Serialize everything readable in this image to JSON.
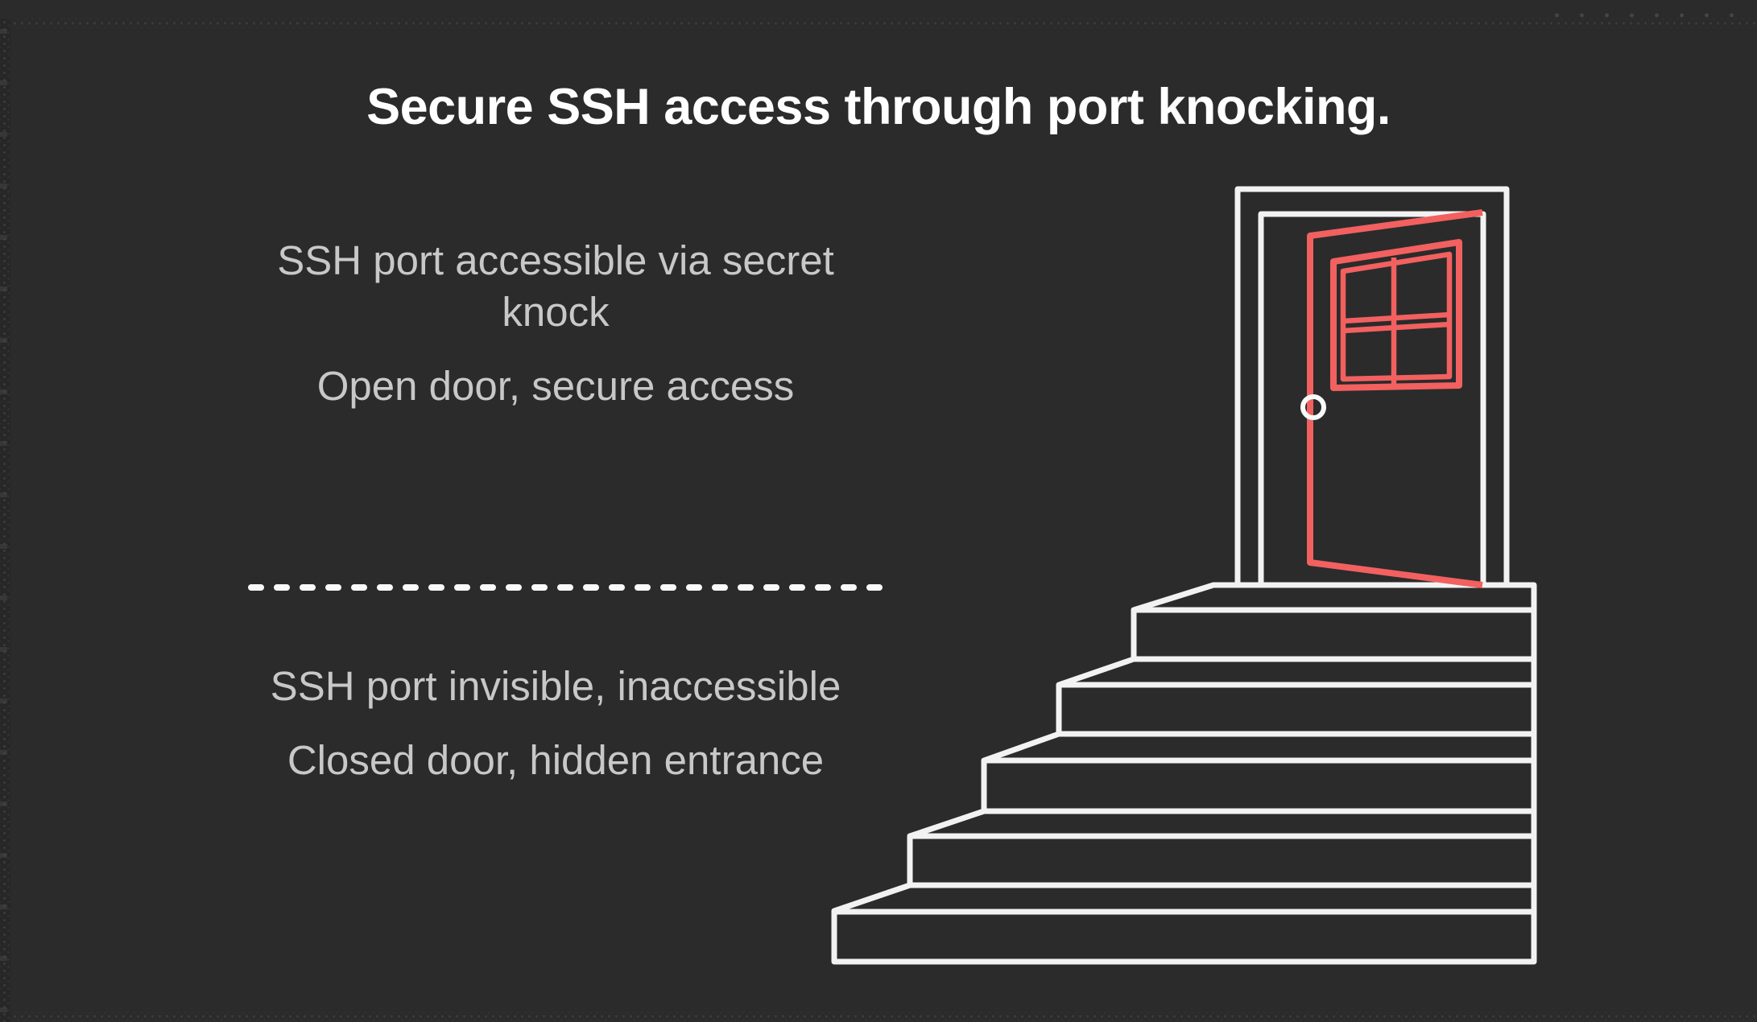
{
  "title": "Secure SSH access through port knocking.",
  "panels": [
    {
      "id": "open-state",
      "lines": [
        "SSH port accessible via secret knock",
        "Open door, secure access"
      ]
    },
    {
      "id": "closed-state",
      "lines": [
        "SSH port invisible, inaccessible",
        "Closed door, hidden entrance"
      ]
    }
  ],
  "divider": {
    "style": "dashed-horizontal"
  },
  "illustration": {
    "name": "open-door-atop-staircase",
    "parts": [
      "staircase",
      "door-frame",
      "open-door",
      "door-window",
      "door-knob"
    ],
    "step_count": 5,
    "door_state": "open"
  },
  "colors": {
    "background": "#2b2b2b",
    "accent_red": "#f26060",
    "line_white": "#f2f2f2",
    "knob_white": "#fafafa",
    "text_gray": "#c8c8c8",
    "title_white": "#ffffff",
    "edge_dot": "#3e3e3e",
    "edge_tick": "#4a4a4a"
  }
}
